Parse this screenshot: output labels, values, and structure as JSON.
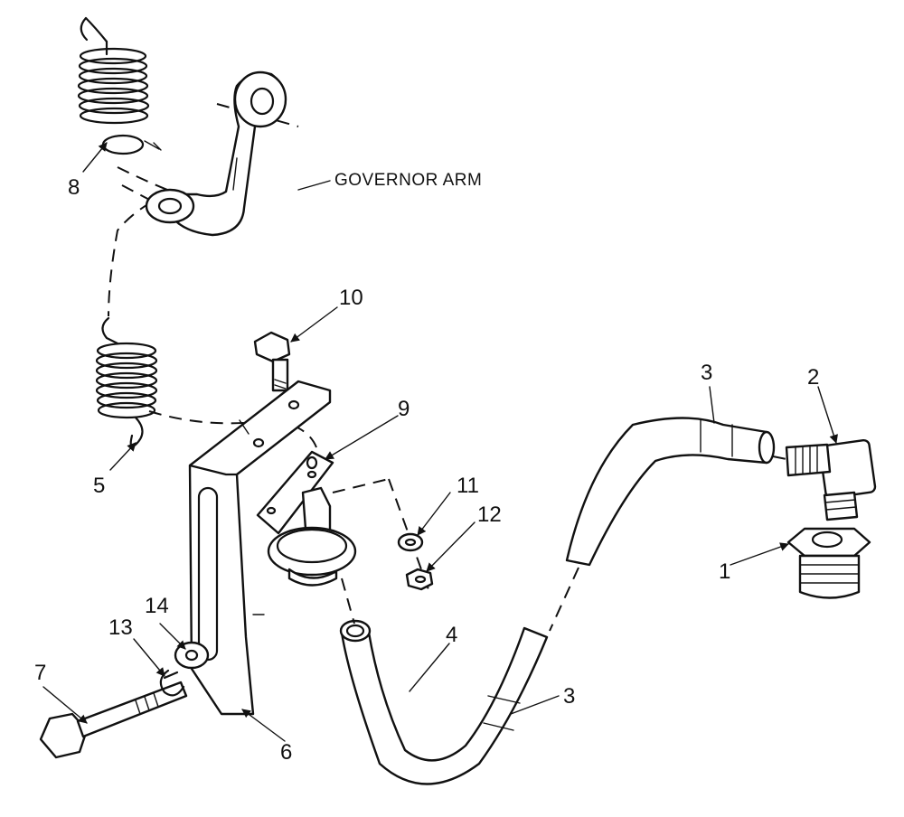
{
  "callouts": {
    "governor_arm": "GOVERNOR ARM"
  },
  "part_numbers": {
    "p1": "1",
    "p2": "2",
    "p3a": "3",
    "p3b": "3",
    "p4": "4",
    "p5": "5",
    "p6": "6",
    "p7": "7",
    "p8": "8",
    "p9": "9",
    "p10": "10",
    "p11": "11",
    "p12": "12",
    "p13": "13",
    "p14": "14"
  }
}
